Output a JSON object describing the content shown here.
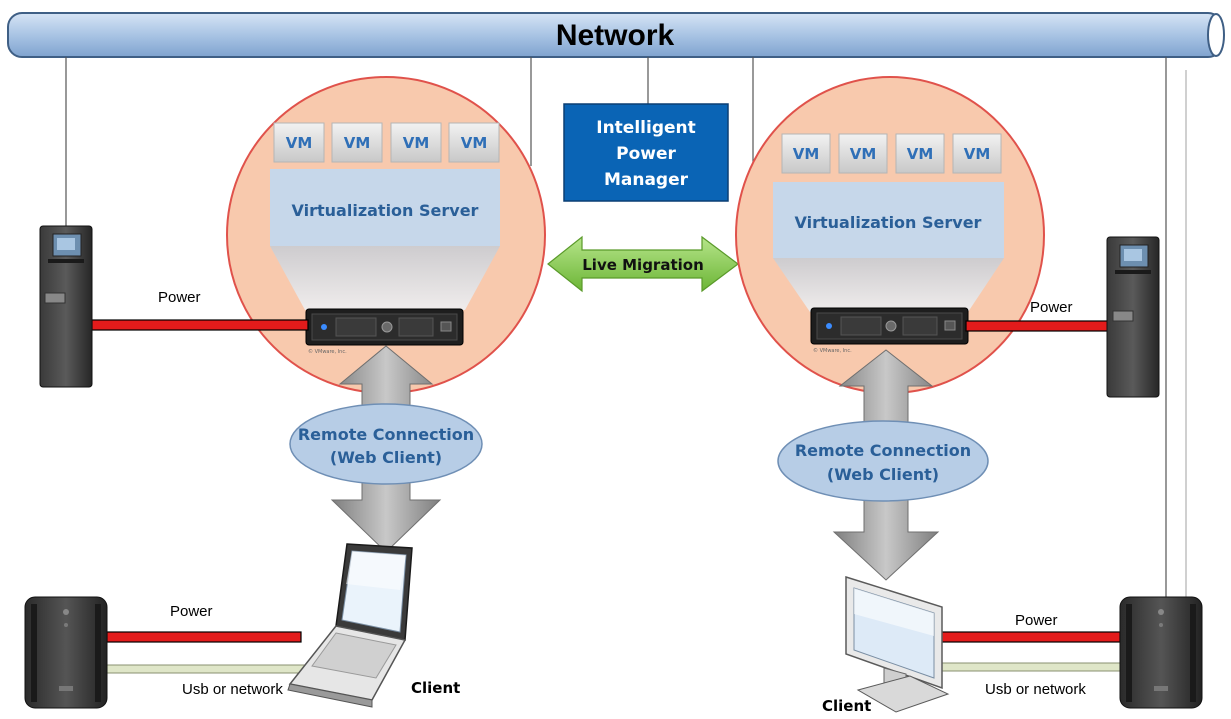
{
  "network": {
    "label": "Network"
  },
  "ipm": {
    "line1": "Intelligent",
    "line2": "Power",
    "line3": "Manager"
  },
  "migration": {
    "label": "Live Migration"
  },
  "left_server": {
    "vms": [
      "VM",
      "VM",
      "VM",
      "VM"
    ],
    "label": "Virtualization Server",
    "watermark": "© VMware, Inc.",
    "power_label": "Power",
    "remote": {
      "line1": "Remote Connection",
      "line2": "(Web Client)"
    }
  },
  "right_server": {
    "vms": [
      "VM",
      "VM",
      "VM",
      "VM"
    ],
    "label": "Virtualization Server",
    "watermark": "© VMware, Inc.",
    "power_label": "Power",
    "remote": {
      "line1": "Remote Connection",
      "line2": "(Web Client)"
    }
  },
  "left_client": {
    "label": "Client",
    "power_label": "Power",
    "usb_label": "Usb or network"
  },
  "right_client": {
    "label": "Client",
    "power_label": "Power",
    "usb_label": "Usb or network"
  },
  "colors": {
    "network_pipe": "#a9c4e4",
    "server_circle": "#f8c9ad",
    "server_circle_border": "#e0524b",
    "vm_box": "#d9d9d9",
    "vm_text": "#2f6fb7",
    "virt_panel": "#c6d7ea",
    "ipm_box": "#0a64b5",
    "migration_arrow": "#8ed14a",
    "remote_ellipse": "#b7cde6",
    "power_cable": "#e31b1b",
    "data_cable": "#dfe6c8"
  }
}
